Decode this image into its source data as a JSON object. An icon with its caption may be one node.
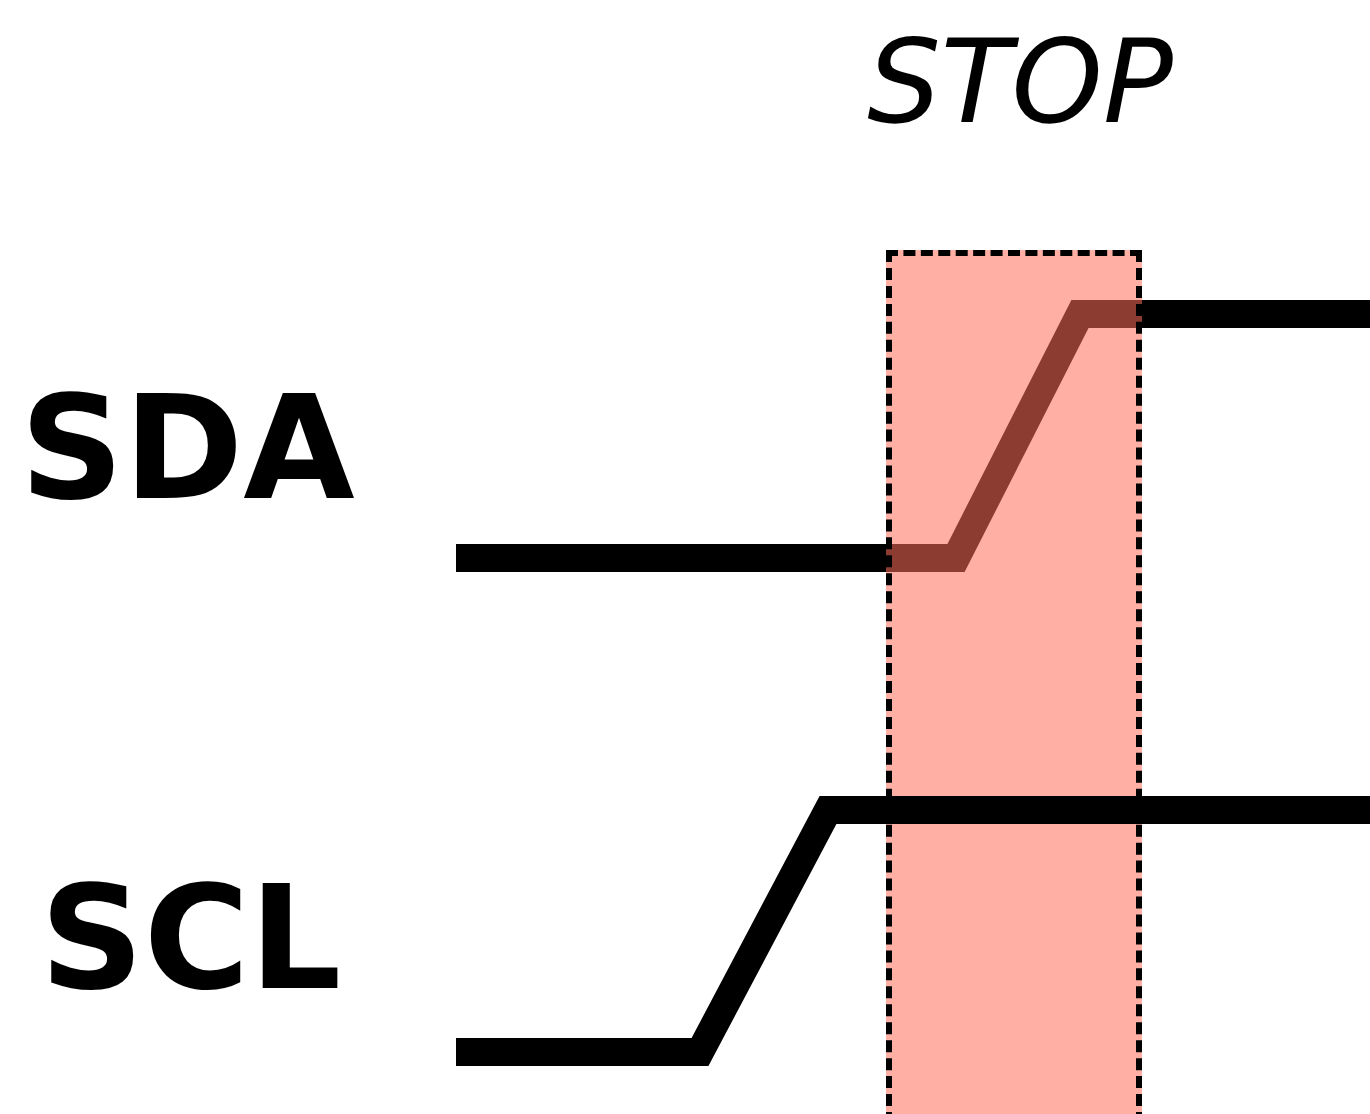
{
  "diagram": {
    "nodes": [
      {
        "text": [
          "STOP"
        ]
      }
    ],
    "labels": [
      "SDA",
      "SCL"
    ]
  }
}
